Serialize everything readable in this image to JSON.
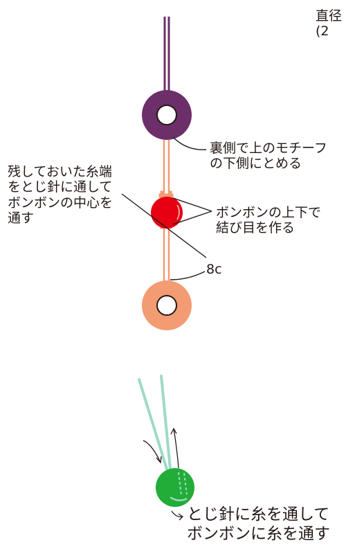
{
  "top_label": "直径(2",
  "label_fasten": "裏側で上のモチーフ\nの下側にとめる",
  "label_thread_end": "残しておいた糸端\nをとじ針に通して\nボンボンの中心を\n通す",
  "label_knots": "ボンボンの上下で\n結び目を作る",
  "label_length": "8c",
  "label_needle": "とじ針に糸を通して\nボンボンに糸を通す",
  "colors": {
    "top_ring": "#6c2f6a",
    "bottom_ring": "#f39b72",
    "pompom_red": "#e60012",
    "pompom_green": "#22ac38",
    "thread_orange": "#f39b72",
    "thread_teal": "#9fd9c5",
    "line": "#231815"
  },
  "icons": [
    "needle-thread-strands",
    "arrow-down-curved",
    "arrow-up",
    "arrow-curved-right"
  ]
}
